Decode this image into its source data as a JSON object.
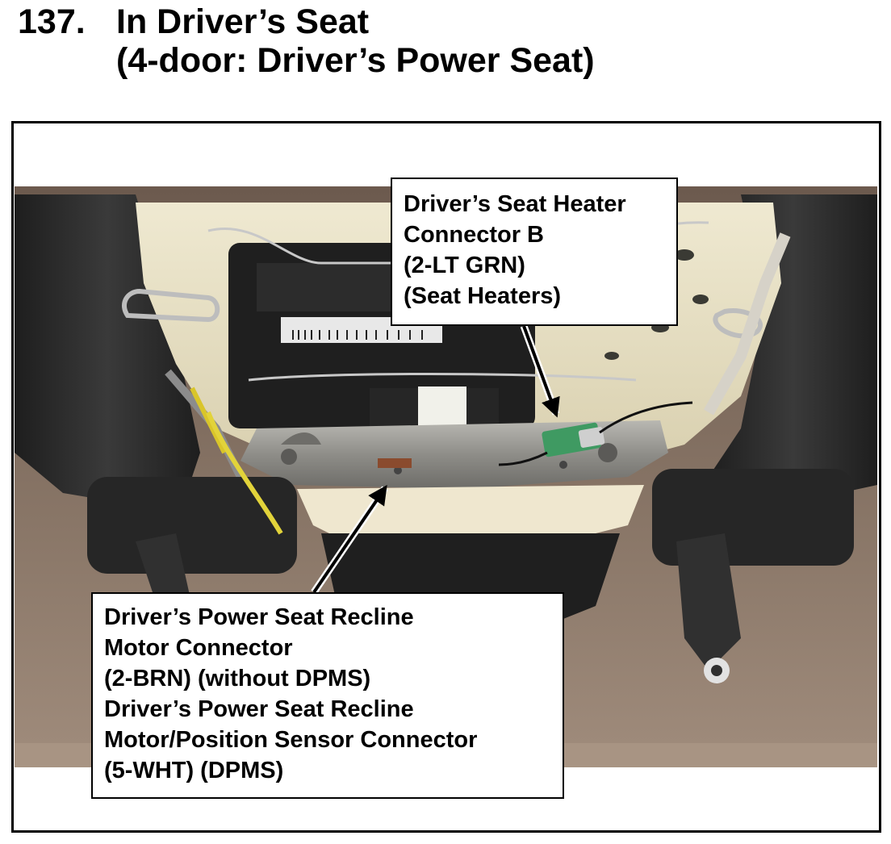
{
  "header": {
    "number": "137.",
    "title_line1": "In Driver’s Seat",
    "title_line2": "(4-door: Driver’s Power Seat)"
  },
  "callouts": {
    "seat_heater": {
      "lines": [
        "Driver’s Seat Heater",
        "Connector B",
        "(2-LT GRN)",
        "(Seat Heaters)"
      ]
    },
    "recline_motor": {
      "lines": [
        "Driver’s Power Seat Recline",
        "Motor Connector",
        "(2-BRN) (without DPMS)",
        "Driver’s Power Seat Recline",
        "Motor/Position Sensor Connector",
        "(5-WHT) (DPMS)"
      ]
    }
  },
  "colors": {
    "connector_green": "#3f9a62",
    "connector_brown": "#8a4b2e",
    "frame_gray": "#9b9b96",
    "seat_dark": "#2b2b2b",
    "foam_cream": "#e9e3c9",
    "background": "#8a7768"
  }
}
